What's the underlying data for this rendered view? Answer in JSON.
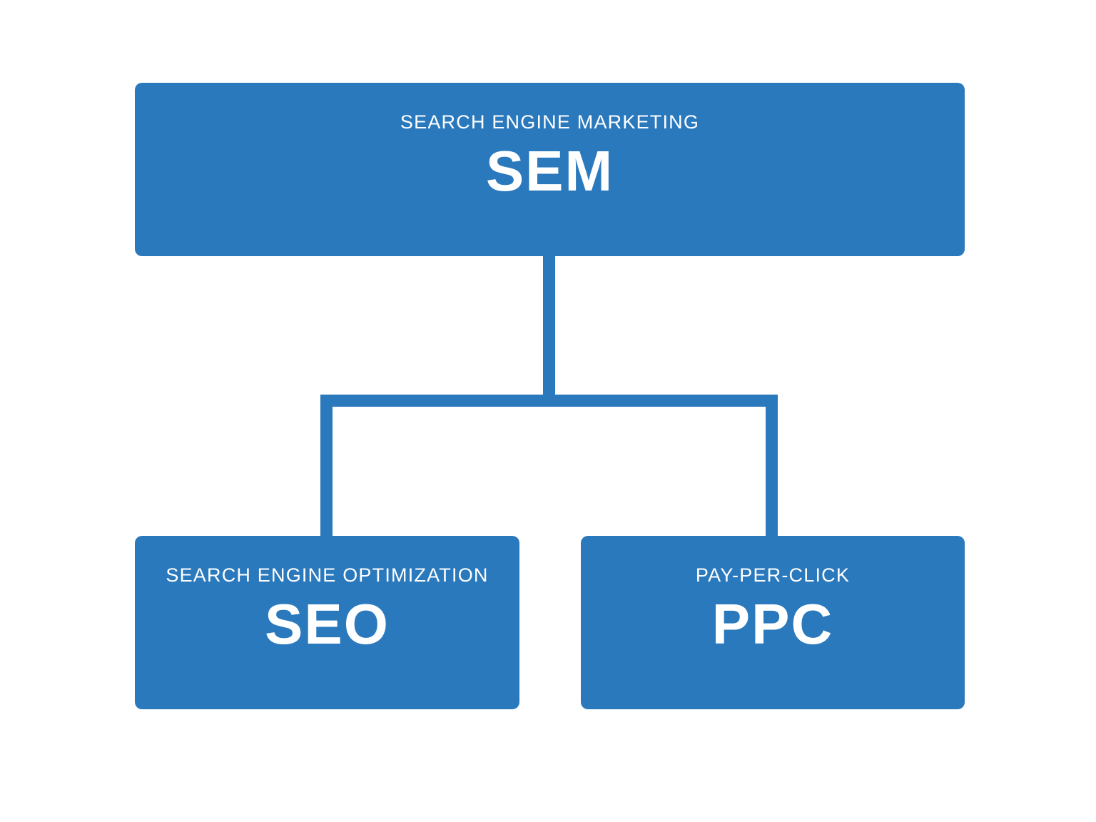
{
  "colors": {
    "box": "#2b79bd",
    "text": "#ffffff",
    "connector": "#2b79bd",
    "background": "#ffffff"
  },
  "root": {
    "subtitle": "SEARCH ENGINE MARKETING",
    "title": "SEM"
  },
  "children": [
    {
      "subtitle": "SEARCH ENGINE OPTIMIZATION",
      "title": "SEO"
    },
    {
      "subtitle": "PAY-PER-CLICK",
      "title": "PPC"
    }
  ]
}
